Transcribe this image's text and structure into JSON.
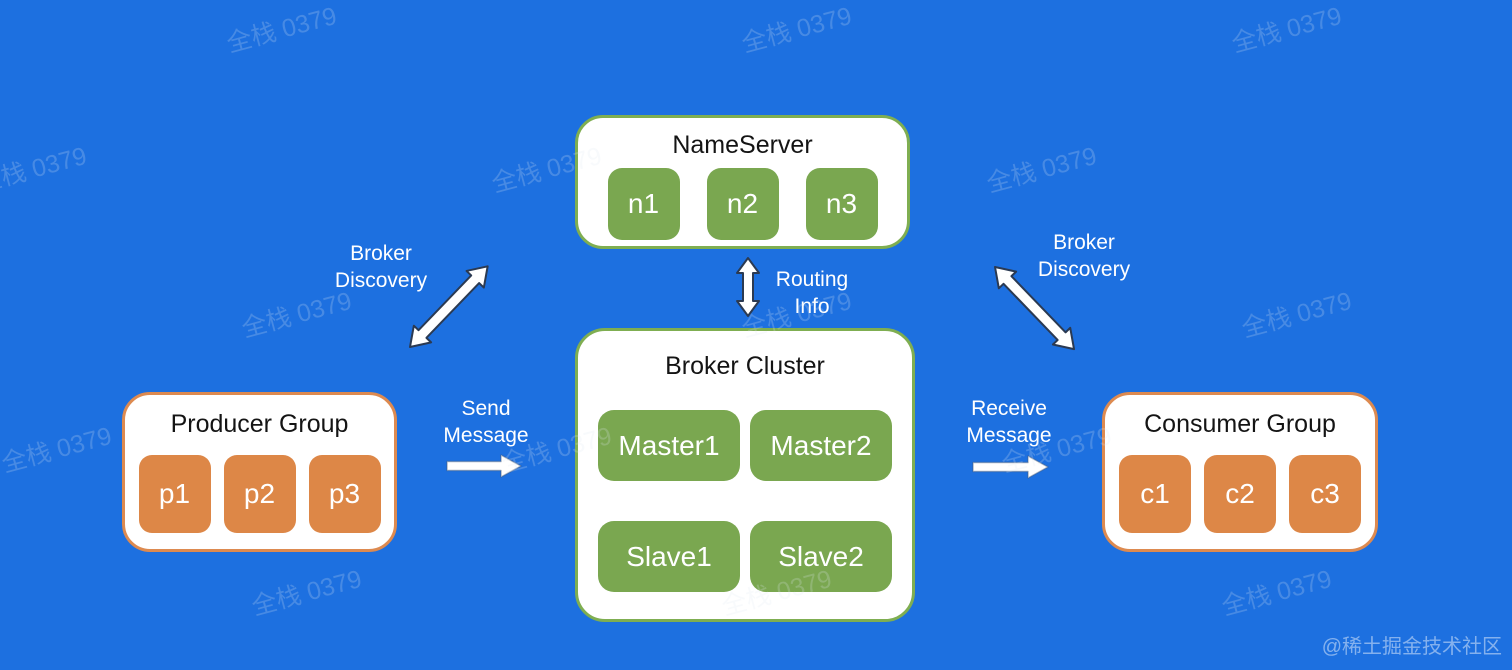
{
  "nameserver": {
    "title": "NameServer",
    "nodes": [
      "n1",
      "n2",
      "n3"
    ]
  },
  "broker": {
    "title": "Broker Cluster",
    "nodes": [
      "Master1",
      "Master2",
      "Slave1",
      "Slave2"
    ]
  },
  "producer": {
    "title": "Producer Group",
    "nodes": [
      "p1",
      "p2",
      "p3"
    ]
  },
  "consumer": {
    "title": "Consumer Group",
    "nodes": [
      "c1",
      "c2",
      "c3"
    ]
  },
  "labels": {
    "broker_discovery_left": {
      "line1": "Broker",
      "line2": "Discovery"
    },
    "routing_info": {
      "line1": "Routing",
      "line2": "Info"
    },
    "broker_discovery_right": {
      "line1": "Broker",
      "line2": "Discovery"
    },
    "send_message": {
      "line1": "Send",
      "line2": "Message"
    },
    "receive_message": {
      "line1": "Receive",
      "line2": "Message"
    }
  },
  "watermark": {
    "text": "全栈 0379"
  },
  "credit": {
    "text": "@稀土掘金技术社区"
  },
  "colors": {
    "background": "#1d70e0",
    "box_fill": "#ffffff",
    "node_green": "#7aa750",
    "node_orange": "#dd8747",
    "border_green": "#7fae51",
    "border_orange": "#dd8a50",
    "title_text": "#141414",
    "node_text": "#ffffff",
    "label_text": "#ffffff",
    "arrow_fill": "#ffffff",
    "arrow_outline": "#2b3a52"
  }
}
